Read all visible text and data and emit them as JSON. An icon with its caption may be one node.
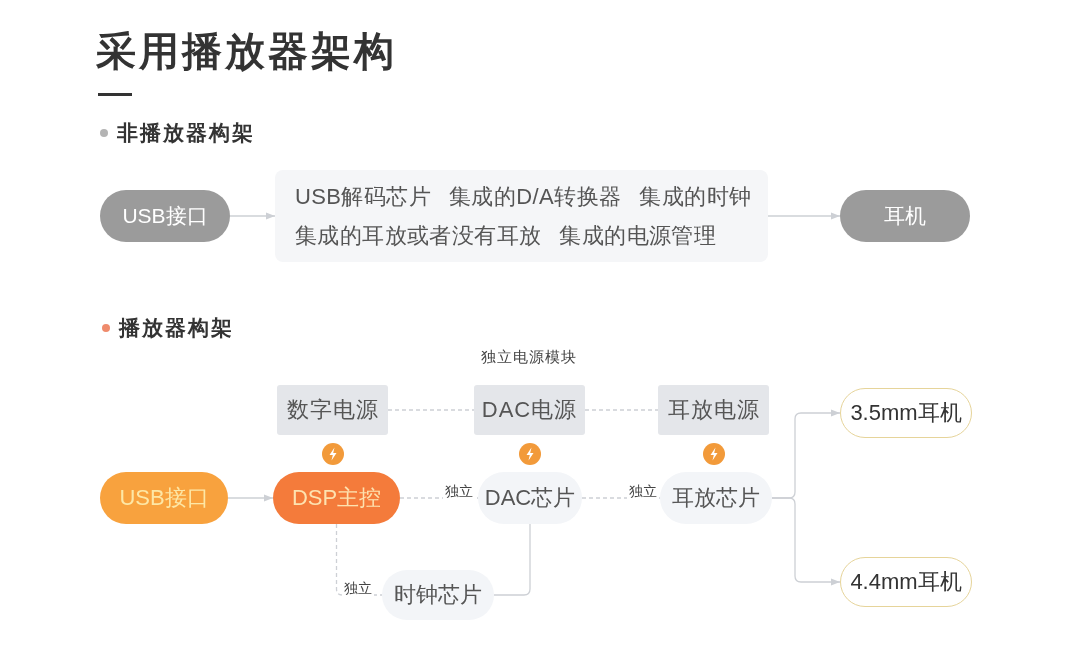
{
  "diagram": {
    "title": "采用播放器架构",
    "nodes": [
      {
        "text": [
          "USB接口"
        ]
      },
      {
        "text": [
          "USB解码芯片",
          "集成的D/A转换器",
          "集成的时钟",
          "集成的耳放或者没有耳放",
          "集成的电源管理"
        ]
      },
      {
        "text": [
          "耳机"
        ]
      },
      {
        "text": [
          "数字电源"
        ]
      },
      {
        "text": [
          "DAC电源"
        ]
      },
      {
        "text": [
          "耳放电源"
        ]
      },
      {
        "text": [
          "3.5mm耳机"
        ]
      },
      {
        "text": [
          "USB接口"
        ]
      },
      {
        "text": [
          "DSP主控"
        ]
      },
      {
        "text": [
          "DAC芯片"
        ]
      },
      {
        "text": [
          "耳放芯片"
        ]
      },
      {
        "text": [
          "时钟芯片"
        ]
      },
      {
        "text": [
          "4.4mm耳机"
        ]
      }
    ],
    "edges": [
      {
        "from": 0,
        "to": 1,
        "arrow": "to"
      },
      {
        "from": 1,
        "to": 2,
        "arrow": "to"
      },
      {
        "from": 3,
        "to": 4,
        "arrow": "none",
        "style": "dashed"
      },
      {
        "from": 4,
        "to": 5,
        "arrow": "none",
        "style": "dashed"
      },
      {
        "from": 7,
        "to": 8,
        "arrow": "to"
      },
      {
        "from": 8,
        "to": 9,
        "arrow": "none",
        "style": "dashed",
        "label": "独立"
      },
      {
        "from": 9,
        "to": 10,
        "arrow": "none",
        "style": "dashed",
        "label": "独立"
      },
      {
        "from": 10,
        "to": 6,
        "arrow": "to"
      },
      {
        "from": 10,
        "to": 12,
        "arrow": "to"
      },
      {
        "from": 8,
        "to": 11,
        "arrow": "none",
        "style": "dashed",
        "label": "独立"
      },
      {
        "from": 9,
        "to": 11,
        "arrow": "none"
      }
    ],
    "labels": [
      "非播放器构架",
      "播放器构架",
      "独立电源模块"
    ]
  }
}
